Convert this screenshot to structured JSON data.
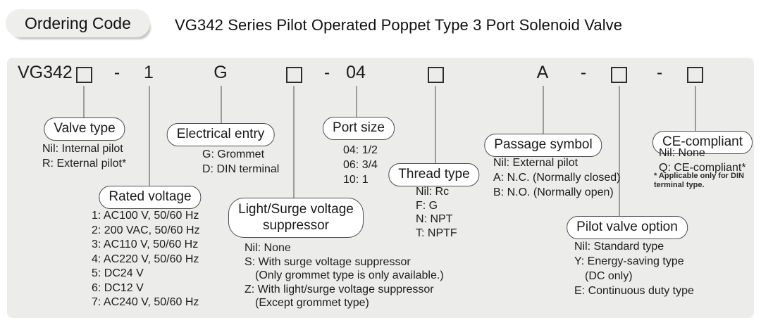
{
  "header": {
    "badge": "Ordering Code",
    "title": "VG342 Series Pilot Operated Poppet Type 3 Port Solenoid Valve"
  },
  "code": {
    "base": "VG342",
    "dash1": "-",
    "rated_voltage": "1",
    "electrical_entry": "G",
    "dash2": "-",
    "port_size": "04",
    "passage_symbol": "A",
    "dash3": "-",
    "dash4": "-"
  },
  "sections": {
    "valve_type": {
      "label": "Valve type",
      "options": [
        "Nil: Internal pilot",
        "R: External pilot*"
      ]
    },
    "rated_voltage": {
      "label": "Rated voltage",
      "options": [
        "1: AC100 V, 50/60 Hz",
        "2: 200 VAC, 50/60 Hz",
        "3: AC110 V, 50/60 Hz",
        "4: AC220 V, 50/60 Hz",
        "5: DC24 V",
        "6: DC12 V",
        "7: AC240 V, 50/60 Hz"
      ]
    },
    "electrical_entry": {
      "label": "Electrical entry",
      "options": [
        "G: Grommet",
        "D: DIN terminal"
      ]
    },
    "light_surge_suppressor": {
      "label": "Light/Surge voltage suppressor",
      "options": [
        "Nil: None",
        "S: With surge voltage suppressor",
        "(Only grommet type is only available.)",
        "Z: With light/surge voltage suppressor",
        "(Except grommet type)"
      ]
    },
    "port_size": {
      "label": "Port size",
      "options": [
        "04: 1/2",
        "06: 3/4",
        "10: 1"
      ]
    },
    "thread_type": {
      "label": "Thread type",
      "options": [
        "Nil: Rc",
        "F: G",
        "N: NPT",
        "T: NPTF"
      ]
    },
    "passage_symbol": {
      "label": "Passage symbol",
      "options": [
        "Nil: External pilot",
        "A: N.C. (Normally closed)",
        "B: N.O. (Normally open)"
      ]
    },
    "pilot_valve_option": {
      "label": "Pilot valve option",
      "options": [
        "Nil: Standard type",
        "Y: Energy-saving type",
        "(DC only)",
        "E: Continuous duty type"
      ]
    },
    "ce_compliant": {
      "label": "CE-compliant",
      "options": [
        "Nil: None",
        "Q: CE-compliant*"
      ],
      "footnote": "* Applicable only for DIN terminal type."
    }
  },
  "colors": {
    "panel_bg": "#ececea",
    "badge_bg": "#eeeeec",
    "text": "#1c1c1c",
    "connector_line": "#9c9c9c",
    "bubble_border": "#4d4d4d"
  }
}
